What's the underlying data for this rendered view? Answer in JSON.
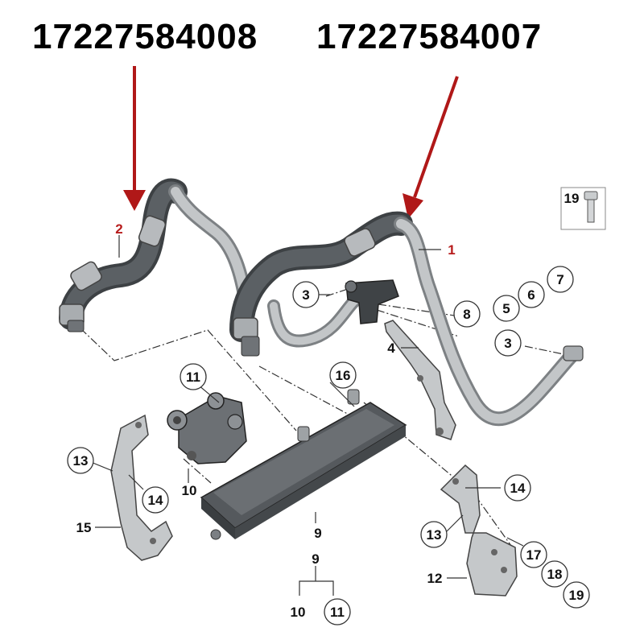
{
  "part_numbers": {
    "left": "17227584008",
    "right": "17227584007"
  },
  "colors": {
    "arrow": "#b01818",
    "hose_light": "#bfc2c4",
    "hose_dark": "#54585c",
    "label_red": "#b71c1c"
  },
  "callouts": {
    "c1": "1",
    "c2": "2",
    "c3a": "3",
    "c3b": "3",
    "c4": "4",
    "c5": "5",
    "c6": "6",
    "c7": "7",
    "c8": "8",
    "c9a": "9",
    "c9b": "9",
    "c10a": "10",
    "c10b": "10",
    "c11a": "11",
    "c11b": "11",
    "c12": "12",
    "c13a": "13",
    "c13b": "13",
    "c14a": "14",
    "c14b": "14",
    "c15": "15",
    "c16": "16",
    "c17": "17",
    "c18": "18",
    "c19a": "19",
    "c19b": "19"
  }
}
